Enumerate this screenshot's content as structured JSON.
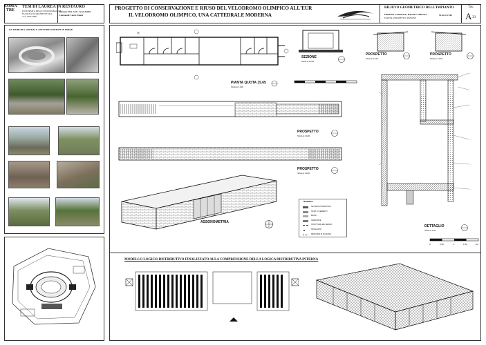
{
  "header": {
    "university_logo": "ROMA TRE",
    "thesis_title": "TESI DI LAUREA IN RESTAURO",
    "university_name": "UNIVERSITÀ DEGLI STUDI ROMA TRE",
    "faculty": "FACOLTÀ DI ARCHITETTURA",
    "year": "A.A. 2007/2008",
    "supervisor_label": "Relatore: Prof. Arch. Cesare Feiffer",
    "student_label": "Laureanda: Laura Proietti",
    "project_title_line1": "PROGETTO DI CONSERVAZIONE E RIUSO DEL VELODROMO OLIMPICO ALL'EUR",
    "project_title_line2": "IL VELODROMO OLIMPICO, UNA CATTEDRALE MODERNA",
    "survey_title": "RILIEVO GEOMETRICO DELL'IMPIANTO",
    "survey_subtitle": "FIRMINA LATERALE, BAGNI E SERVIZI",
    "survey_detail": "PIANTA, PROSPETTO, SEZIONE",
    "scale": "SCALA 1:100",
    "tav_label": "Tav.",
    "tav_number": "A",
    "tav_sub": "33"
  },
  "left_panel": {
    "section_title": "LE TRIBUNE LATERALI: SETTORE INSERITI IN PRESE"
  },
  "drawings": {
    "pianta_label": "PIANTA QUOTA 15.65",
    "pianta_scale": "SCALA 1:100",
    "sezione_label": "SEZIONE",
    "sezione_scale": "SCALA 1:100",
    "prospetto_label": "PROSPETTO",
    "prospetto_scale": "SCALA 1:100",
    "prospetto2_label": "PROSPETTO",
    "prospetto2_scale": "SCALA 1:100",
    "prospetto3_label": "PROSPETTO",
    "prospetto3_scale": "SCALA 1:100",
    "prospetto4_label": "PROSPETTO",
    "prospetto4_scale": "SCALA 1:100",
    "assonometria_label": "ASSONOMETRIA",
    "dettaglio_label": "DETTAGLIO",
    "dettaglio_scale": "SCALA 1:20",
    "scale_ticks": [
      "0",
      "0,50",
      "1",
      "1,50",
      "2m"
    ],
    "legend_title": "LEGENDA",
    "legend_items": [
      "TECNICA DI MURATURA",
      "TRAVI IN CEMENTO",
      "BAGNI",
      "GRADINATE",
      "STRUTTURE DEI SERVIZI",
      "SPOGLIATOI",
      "PERCORSI DI ACCESSO"
    ],
    "model_title": "MODELLO LOGICO-DISTRIBUTIVO FINALIZZATO ALLA COMPRENSIONE DELLA LOGICA DISTRIBUTIVA INTERNA"
  }
}
